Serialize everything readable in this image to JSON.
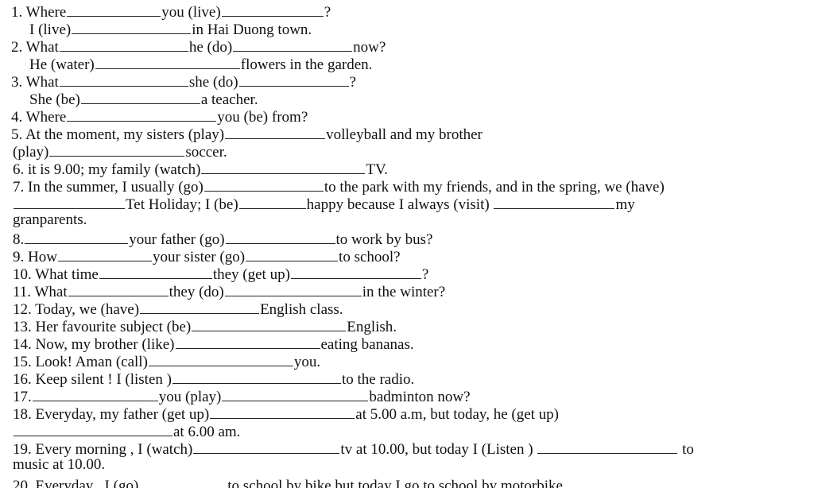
{
  "lines": [
    {
      "t1": "1. Where",
      "t2": "you (live)",
      "t3": "?"
    },
    {
      "t1": "I (live)",
      "t2": "in Hai Duong town."
    },
    {
      "t1": "2. What",
      "t2": "he (do)",
      "t3": "now?"
    },
    {
      "t1": "He (water)",
      "t2": "flowers in the garden."
    },
    {
      "t1": "3. What",
      "t2": "she (do)",
      "t3": "?"
    },
    {
      "t1": "She (be)",
      "t2": "a teacher."
    },
    {
      "t1": "4. Where",
      "t2": "you (be) from?"
    },
    {
      "t1": "5. At the moment, my sisters (play)",
      "t2": "volleyball and my brother"
    },
    {
      "t1": "(play)",
      "t2": "soccer."
    },
    {
      "t1": "6. it is 9.00; my family (watch)",
      "t2": "TV."
    },
    {
      "t1": "7. In the summer, I usually (go)",
      "t2": "to the park with my friends, and in the spring, we (have)"
    },
    {
      "t1": "Tet Holiday; I (be)",
      "t2": "happy because I always (visit)",
      "t3": "my"
    },
    {
      "t1": "granparents."
    },
    {
      "t1": "8.",
      "t2": "your father (go)",
      "t3": "to work by bus?"
    },
    {
      "t1": "9. How",
      "t2": "your sister (go)",
      "t3": "to school?"
    },
    {
      "t1": "10. What time",
      "t2": "they (get up)",
      "t3": "?"
    },
    {
      "t1": "11. What",
      "t2": "they (do)",
      "t3": "in the winter?"
    },
    {
      "t1": "12. Today, we (have)",
      "t2": "English class."
    },
    {
      "t1": "13. Her favourite subject (be)",
      "t2": "English."
    },
    {
      "t1": "14. Now, my brother (like)",
      "t2": "eating bananas."
    },
    {
      "t1": "15. Look! Aman (call)",
      "t2": "you."
    },
    {
      "t1": "16. Keep silent ! I (listen )",
      "t2": "to the radio."
    },
    {
      "t1": "17.",
      "t2": "you (play)",
      "t3": "badminton now?"
    },
    {
      "t1": "18. Everyday, my father (get up)",
      "t2": "at 5.00 a.m, but today, he (get up)"
    },
    {
      "t1": "at 6.00 am."
    },
    {
      "t1": "19. Every morning , I (watch)",
      "t2": "tv at 10.00, but today I (Listen )",
      "t3": "to"
    },
    {
      "t1": "music at 10.00."
    },
    {
      "t1": "20. Everyday , I (go)",
      "t2": "to school by bike but today I go to school by motorbike."
    }
  ]
}
